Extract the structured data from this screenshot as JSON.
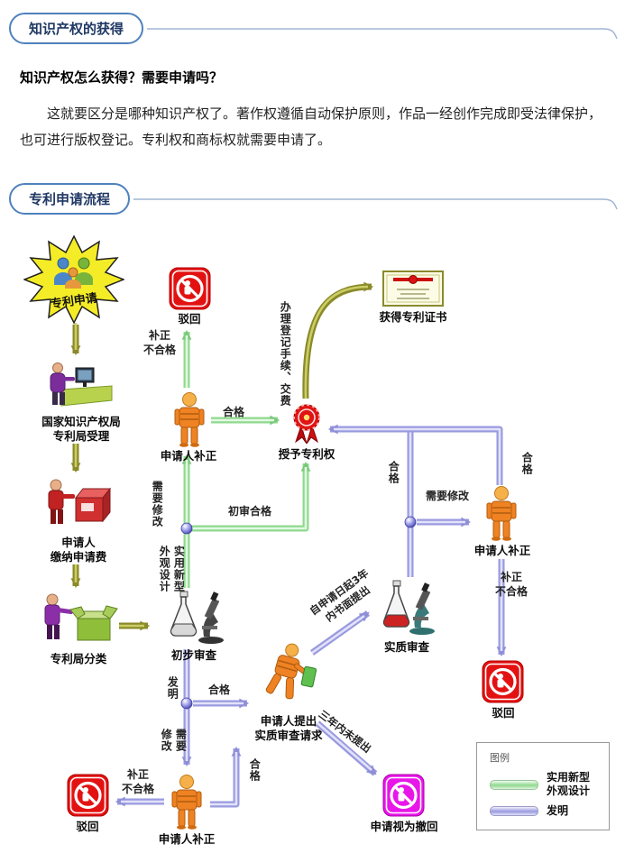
{
  "colors": {
    "badge_border": "#4f81bd",
    "badge_text": "#1f3864",
    "olive_arrow": "#8a8a2a",
    "green_arrow": "#8fd98f",
    "blue_arrow": "#9a9ae0",
    "reject_red": "#e31212",
    "withdraw_magenta": "#e816e8",
    "person_orange": "#ef8222",
    "star_yellow": "#f4ec27"
  },
  "section1": {
    "badge": "知识产权的获得",
    "question": "知识产权怎么获得？需要申请吗？",
    "paragraph": "这就要区分是哪种知识产权了。著作权遵循自动保护原则，作品一经创作完成即受法律保护，也可进行版权登记。专利权和商标权就需要申请了。"
  },
  "section2": {
    "badge": "专利申请流程"
  },
  "fc": {
    "patent_apply": "专利申请",
    "office1": "国家知识产权局",
    "office2": "专利局受理",
    "fee1": "申请人",
    "fee2": "缴纳申请费",
    "classify": "专利局分类",
    "prelim": "初步审查",
    "reject": "驳回",
    "correction": "申请人补正",
    "grant": "授予专利权",
    "certificate": "获得专利证书",
    "substantive": "实质审查",
    "request1": "申请人提出",
    "request2": "实质审查请求",
    "withdraw": "申请视为撤回",
    "hege": "合格",
    "buzheng": "补正",
    "buhege": "不合格",
    "banli": "办理登记手续、交费",
    "xuyao_xiugai": "需要修改",
    "xuyao": "需要",
    "xiugai": "修改",
    "chushen_hege": "初审合格",
    "shiyong_xinxing": "实用新型",
    "waiguan_sheji": "外观设计",
    "faming": "发明",
    "year3_line1": "自申请日起3年",
    "year3_line2": "内书面提出",
    "year3_none": "三年内未提出"
  },
  "legend": {
    "title": "图例"
  }
}
